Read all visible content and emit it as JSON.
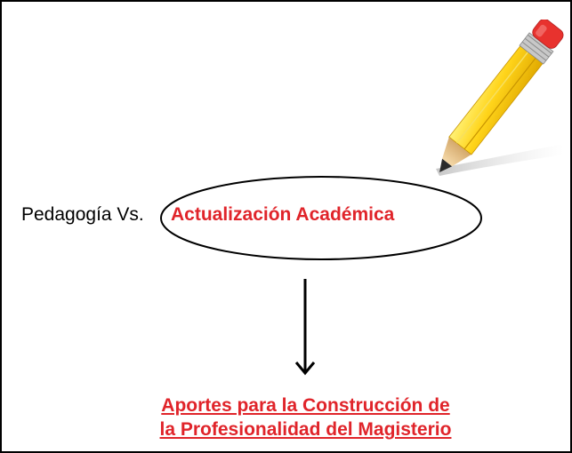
{
  "diagram": {
    "left_label": "Pedagogía Vs.",
    "center_label": "Actualización Académica",
    "bottom_label_line1": "Aportes para la Construcción de",
    "bottom_label_line2": "la Profesionalidad del Magisterio"
  },
  "colors": {
    "accent_red": "#e0242a",
    "text_black": "#000000",
    "border": "#000000"
  },
  "icons": {
    "pencil": "pencil-icon",
    "arrow": "arrow-down-icon"
  }
}
